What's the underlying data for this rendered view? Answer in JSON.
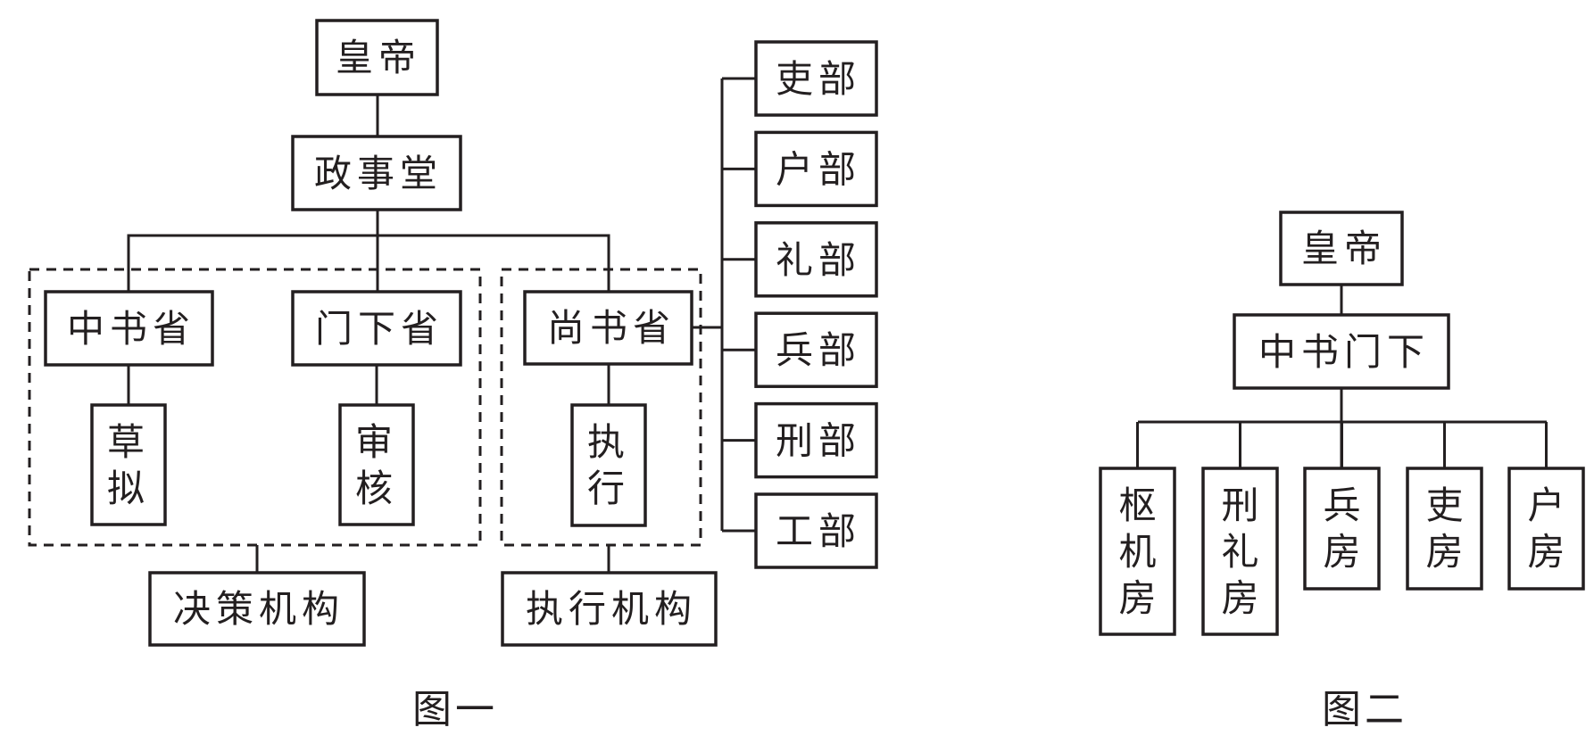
{
  "figure1": {
    "caption": "图一",
    "emperor": "皇帝",
    "council": "政事堂",
    "zhongshu": "中书省",
    "menxia": "门下省",
    "shangshu": "尚书省",
    "draft": [
      "草",
      "拟"
    ],
    "review": [
      "审",
      "核"
    ],
    "execute": [
      "执",
      "行"
    ],
    "decision_group": "决策机构",
    "execution_group": "执行机构",
    "ministries": [
      "吏部",
      "户部",
      "礼部",
      "兵部",
      "刑部",
      "工部"
    ]
  },
  "figure2": {
    "caption": "图二",
    "emperor": "皇帝",
    "zhongshu_menxia": "中书门下",
    "offices": [
      [
        "枢",
        "机",
        "房"
      ],
      [
        "刑",
        "礼",
        "房"
      ],
      [
        "兵",
        "房"
      ],
      [
        "吏",
        "房"
      ],
      [
        "户",
        "房"
      ]
    ]
  }
}
